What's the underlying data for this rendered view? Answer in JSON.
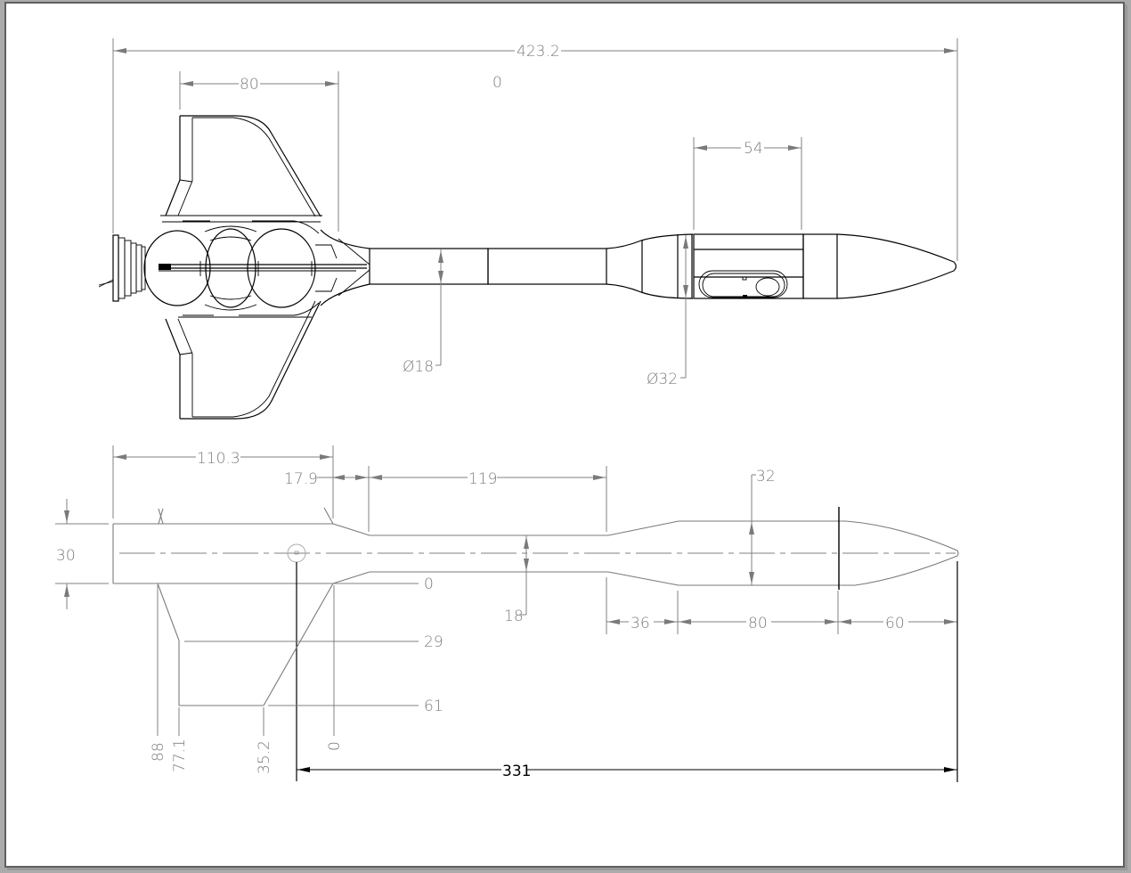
{
  "sheet": {
    "background_color": "#ababab",
    "paper_color": "#ffffff",
    "border_color": "#606060",
    "dimension_color": "#7c7c7c",
    "geometry_color": "#000000"
  },
  "top_view": {
    "dimensions": {
      "overall_length": "423.2",
      "fin_chord": "80",
      "angle_label": "0",
      "payload_length": "54",
      "body_diameter": "Ø18",
      "payload_diameter": "Ø32"
    }
  },
  "side_view": {
    "dimensions": {
      "fin_root_offset": "110.3",
      "transition_length": "17.9",
      "tube_length": "119",
      "payload_diameter": "32",
      "motor_height": "30",
      "tube_diameter": "18",
      "shoulder_length": "36",
      "payload_section_length": "80",
      "nose_length": "60",
      "cg_to_tip": "331"
    },
    "fin_profile": {
      "y_labels": [
        "0",
        "29",
        "61"
      ],
      "x_labels": [
        "88",
        "77.1",
        "35.2",
        "0"
      ]
    }
  }
}
